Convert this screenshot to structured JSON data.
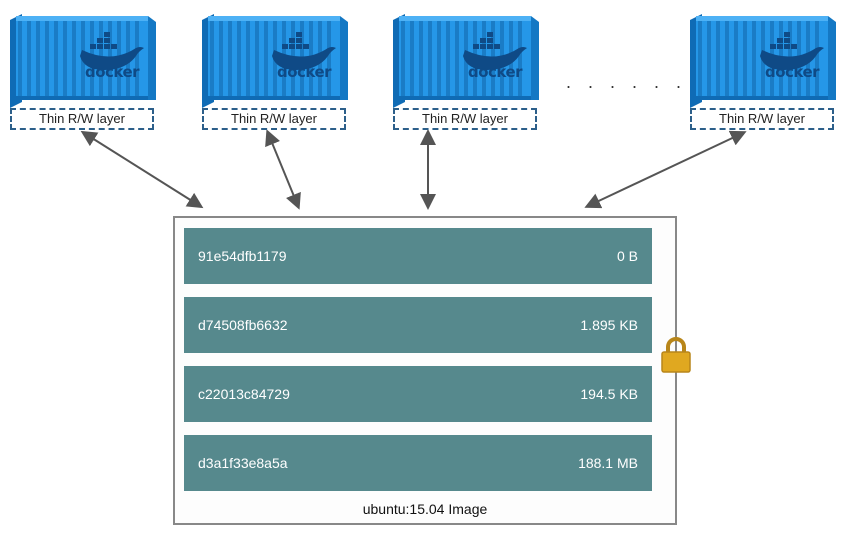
{
  "containers": [
    {
      "brand": "docker",
      "layer_label": "Thin R/W layer"
    },
    {
      "brand": "docker",
      "layer_label": "Thin R/W layer"
    },
    {
      "brand": "docker",
      "layer_label": "Thin R/W layer"
    },
    {
      "brand": "docker",
      "layer_label": "Thin R/W layer"
    }
  ],
  "ellipsis": ". . . . . .",
  "image": {
    "caption": "ubuntu:15.04 Image",
    "layers": [
      {
        "id": "91e54dfb1179",
        "size": "0 B"
      },
      {
        "id": "d74508fb6632",
        "size": "1.895 KB"
      },
      {
        "id": "c22013c84729",
        "size": "194.5 KB"
      },
      {
        "id": "d3a1f33e8a5a",
        "size": "188.1 MB"
      }
    ]
  },
  "icons": {
    "container": "shipping-container-icon",
    "whale": "docker-whale-icon",
    "lock": "lock-icon"
  },
  "colors": {
    "container_blue": "#1e8fe0",
    "layer_teal": "#56898d",
    "lock_gold": "#e0a820",
    "rw_border": "#2c5f8a"
  }
}
